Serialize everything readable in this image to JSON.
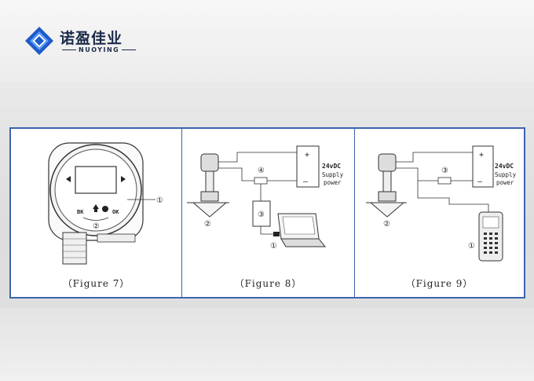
{
  "brand": {
    "name_cn": "诺盈佳业",
    "name_en": "NUOYING",
    "primary_color": "#1f5ac8",
    "text_color": "#1b2a4a",
    "frame_color": "#3d63b0"
  },
  "figures": [
    {
      "caption": "（Figure 7）",
      "device": "instrument-front-panel",
      "buttons": [
        "BK",
        "OK"
      ],
      "markers": [
        "①",
        "②"
      ]
    },
    {
      "caption": "（Figure 8）",
      "device": "radar-sensor-with-laptop",
      "supply": {
        "voltage": "24vDC",
        "line2": "Supply",
        "line3": "power",
        "plus": "+",
        "minus": "—"
      },
      "markers": [
        "①",
        "②",
        "③",
        "④"
      ]
    },
    {
      "caption": "（Figure 9）",
      "device": "radar-sensor-with-handheld",
      "supply": {
        "voltage": "24vDC",
        "line2": "Supply",
        "line3": "power",
        "plus": "+",
        "minus": "—"
      },
      "markers": [
        "①",
        "②",
        "③"
      ]
    }
  ]
}
